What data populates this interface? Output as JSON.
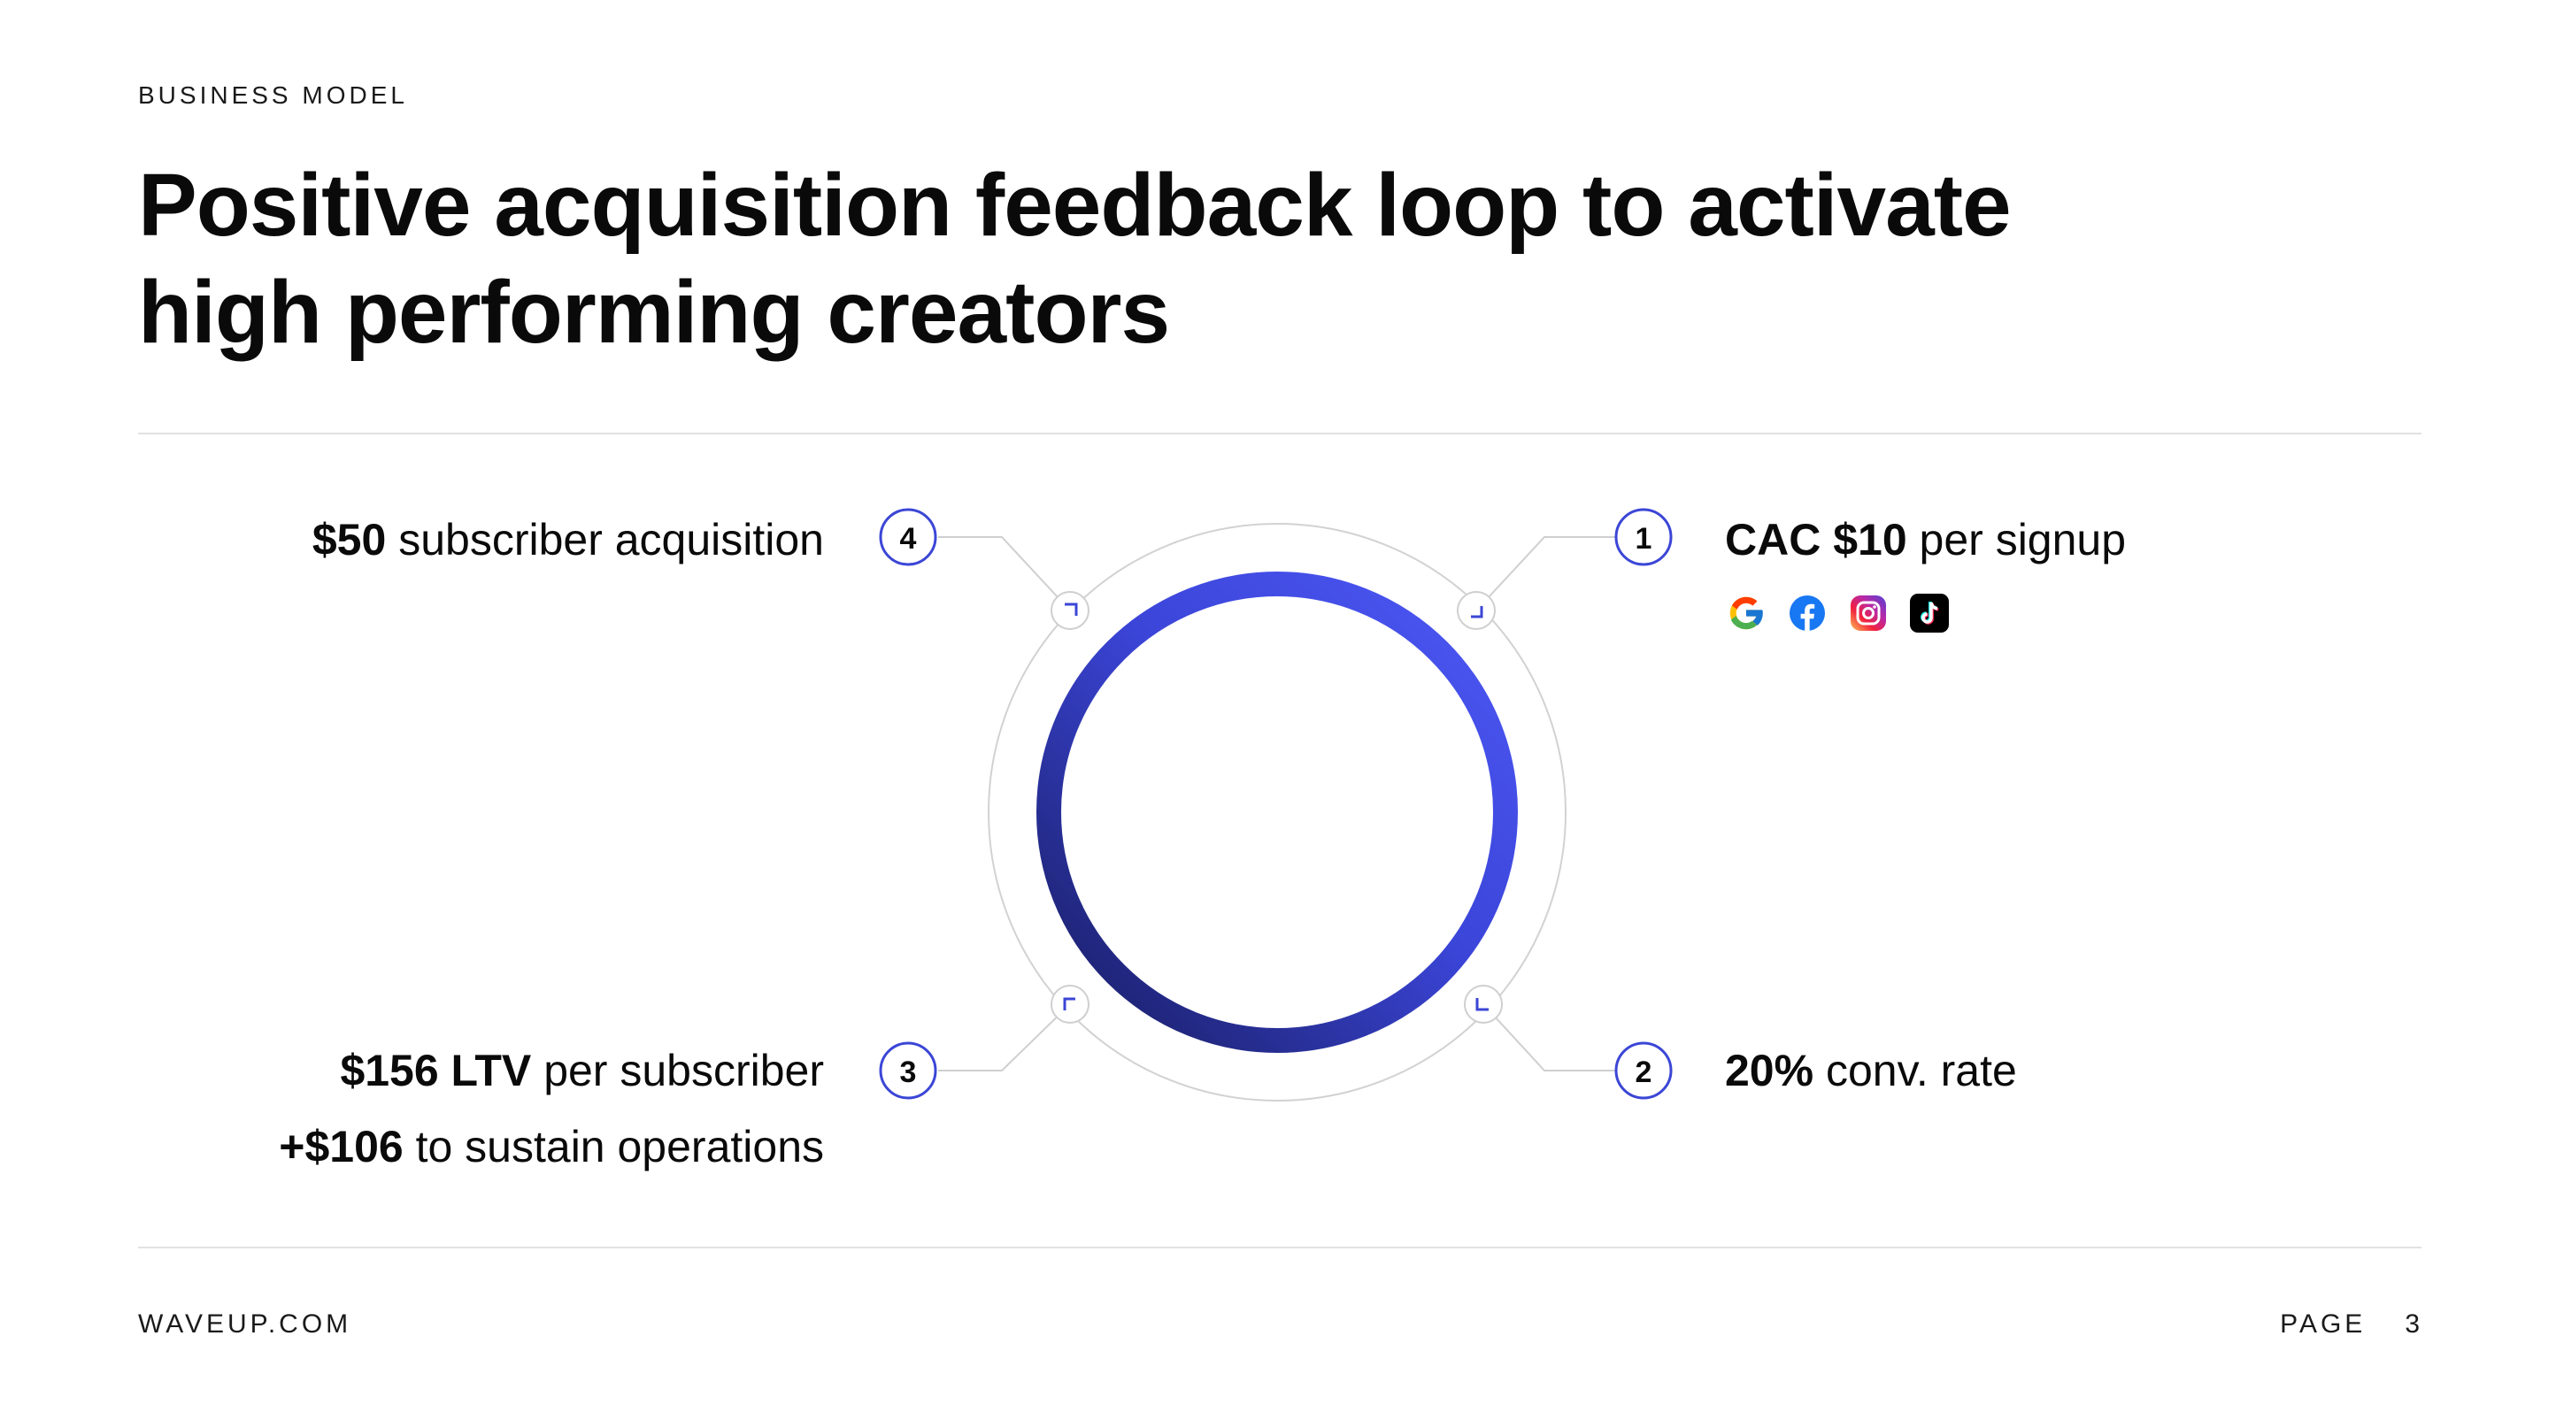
{
  "header": {
    "eyebrow": "BUSINESS MODEL",
    "title_line1": "Positive acquisition feedback loop to activate",
    "title_line2": "high performing creators"
  },
  "steps": [
    {
      "number": "1",
      "bold": "CAC $10",
      "text": " per signup"
    },
    {
      "number": "2",
      "bold": "20%",
      "text": " conv. rate"
    },
    {
      "number": "3",
      "bold": "$156 LTV",
      "text": " per subscriber",
      "bold2": "+$106",
      "text2": " to sustain operations"
    },
    {
      "number": "4",
      "bold": "$50",
      "text": " subscriber acquisition"
    }
  ],
  "channel_icons": [
    "google-icon",
    "facebook-icon",
    "instagram-icon",
    "tiktok-icon"
  ],
  "colors": {
    "ring_light": "#4a55f2",
    "ring_dark": "#1a1f66",
    "badge_border": "#3b46d6",
    "guide_gray": "#cccccc"
  },
  "footer": {
    "site": "WAVEUP.COM",
    "page_label": "PAGE",
    "page_number": "3"
  }
}
